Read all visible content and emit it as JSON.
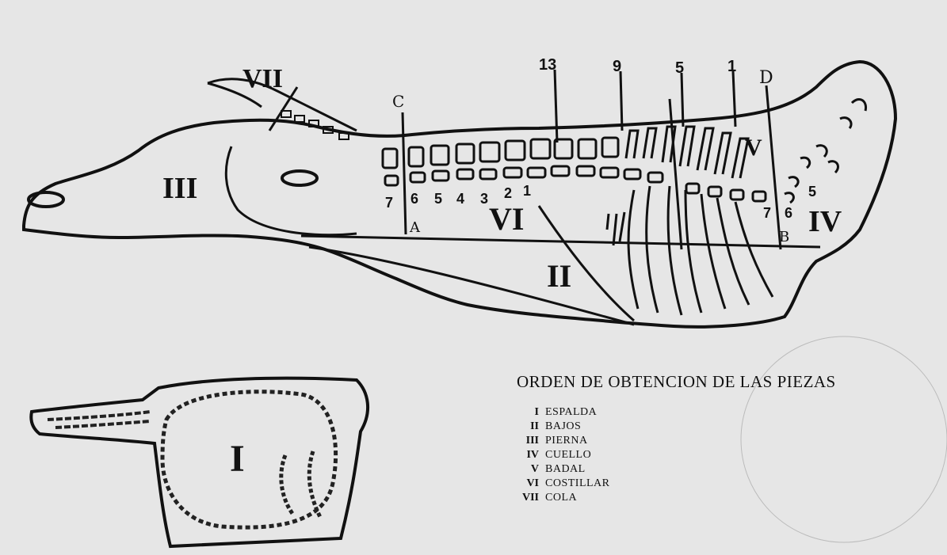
{
  "diagram": {
    "cut_lines": {
      "C": "C",
      "A": "A",
      "D": "D",
      "B": "B"
    },
    "region_labels": {
      "I": "I",
      "II": "II",
      "III": "III",
      "IV": "IV",
      "V": "V",
      "VI": "VI",
      "VII": "VII"
    },
    "top_numbers": [
      "13",
      "9",
      "5",
      "1"
    ],
    "lower_vertebra_numbers": [
      "7",
      "6",
      "5",
      "4",
      "3",
      "2",
      "1"
    ],
    "right_vertebra_numbers": [
      "7",
      "6",
      "5"
    ]
  },
  "legend": {
    "title": "ORDEN DE OBTENCION DE LAS PIEZAS",
    "items": [
      {
        "code": "I",
        "name": "ESPALDA"
      },
      {
        "code": "II",
        "name": "BAJOS"
      },
      {
        "code": "III",
        "name": "PIERNA"
      },
      {
        "code": "IV",
        "name": "CUELLO"
      },
      {
        "code": "V",
        "name": "BADAL"
      },
      {
        "code": "VI",
        "name": "COSTILLAR"
      },
      {
        "code": "VII",
        "name": "COLA"
      }
    ]
  }
}
